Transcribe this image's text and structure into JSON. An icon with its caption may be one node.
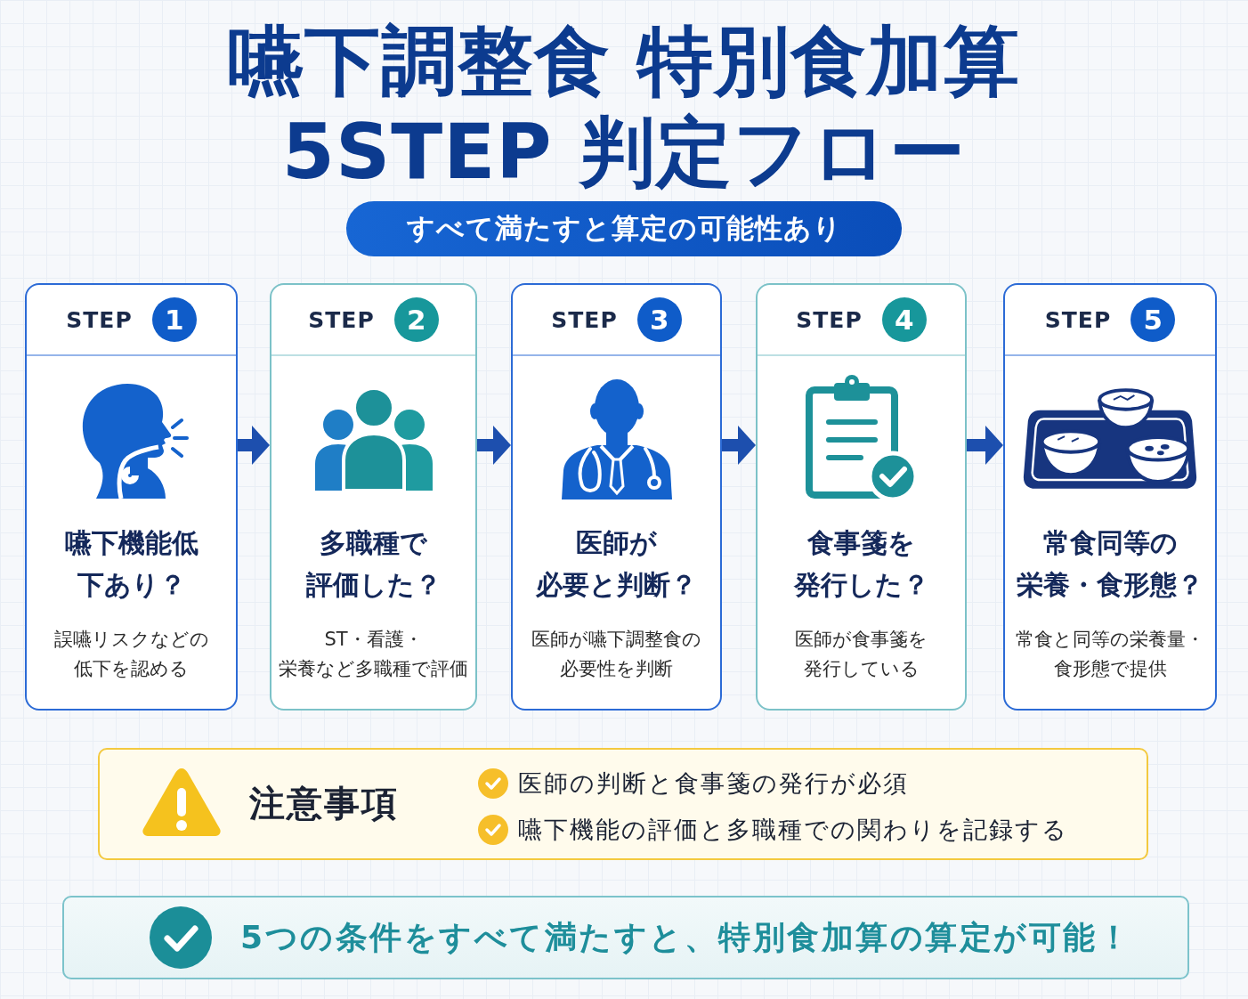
{
  "diagram": {
    "title": "嚥下調整食 特別食加算 5STEP 判定フロー",
    "nodes": [
      {
        "text": [
          "すべて満たすと算定の可能性あり"
        ]
      },
      {
        "text": [
          "STEP",
          "嚥下機能低下あり？",
          "誤嚥リスクなどの低下を認める"
        ]
      },
      {
        "text": [
          "1"
        ],
        "in": 1
      },
      {
        "text": [
          "STEP",
          "多職種で評価した？",
          "ST・看護・栄養など多職種で評価"
        ]
      },
      {
        "text": [
          "2"
        ],
        "in": 3
      },
      {
        "text": [
          "STEP",
          "医師が必要と判断？",
          "医師が嚥下調整食の必要性を判断"
        ]
      },
      {
        "text": [
          "3"
        ],
        "in": 5
      },
      {
        "text": [
          "STEP",
          "食事箋を発行した？",
          "医師が食事箋を発行している"
        ]
      },
      {
        "text": [
          "4"
        ],
        "in": 7
      },
      {
        "text": [
          "STEP",
          "常食同等の栄養・食形態？",
          "常食と同等の栄養量・食形態で提供"
        ]
      },
      {
        "text": [
          "5"
        ],
        "in": 9
      },
      {
        "text": [
          "注意事項",
          "医師の判断と食事箋の発行が必須",
          "嚥下機能の評価と多職種での関わりを記録する"
        ]
      },
      {
        "text": [
          "5つの条件をすべて満たすと、特別食加算の算定が可能！"
        ]
      }
    ],
    "edges": [
      {
        "from": 1,
        "to": 3,
        "arrow": "to"
      },
      {
        "from": 3,
        "to": 5,
        "arrow": "to"
      },
      {
        "from": 5,
        "to": 7,
        "arrow": "to"
      },
      {
        "from": 7,
        "to": 9,
        "arrow": "to"
      }
    ]
  }
}
